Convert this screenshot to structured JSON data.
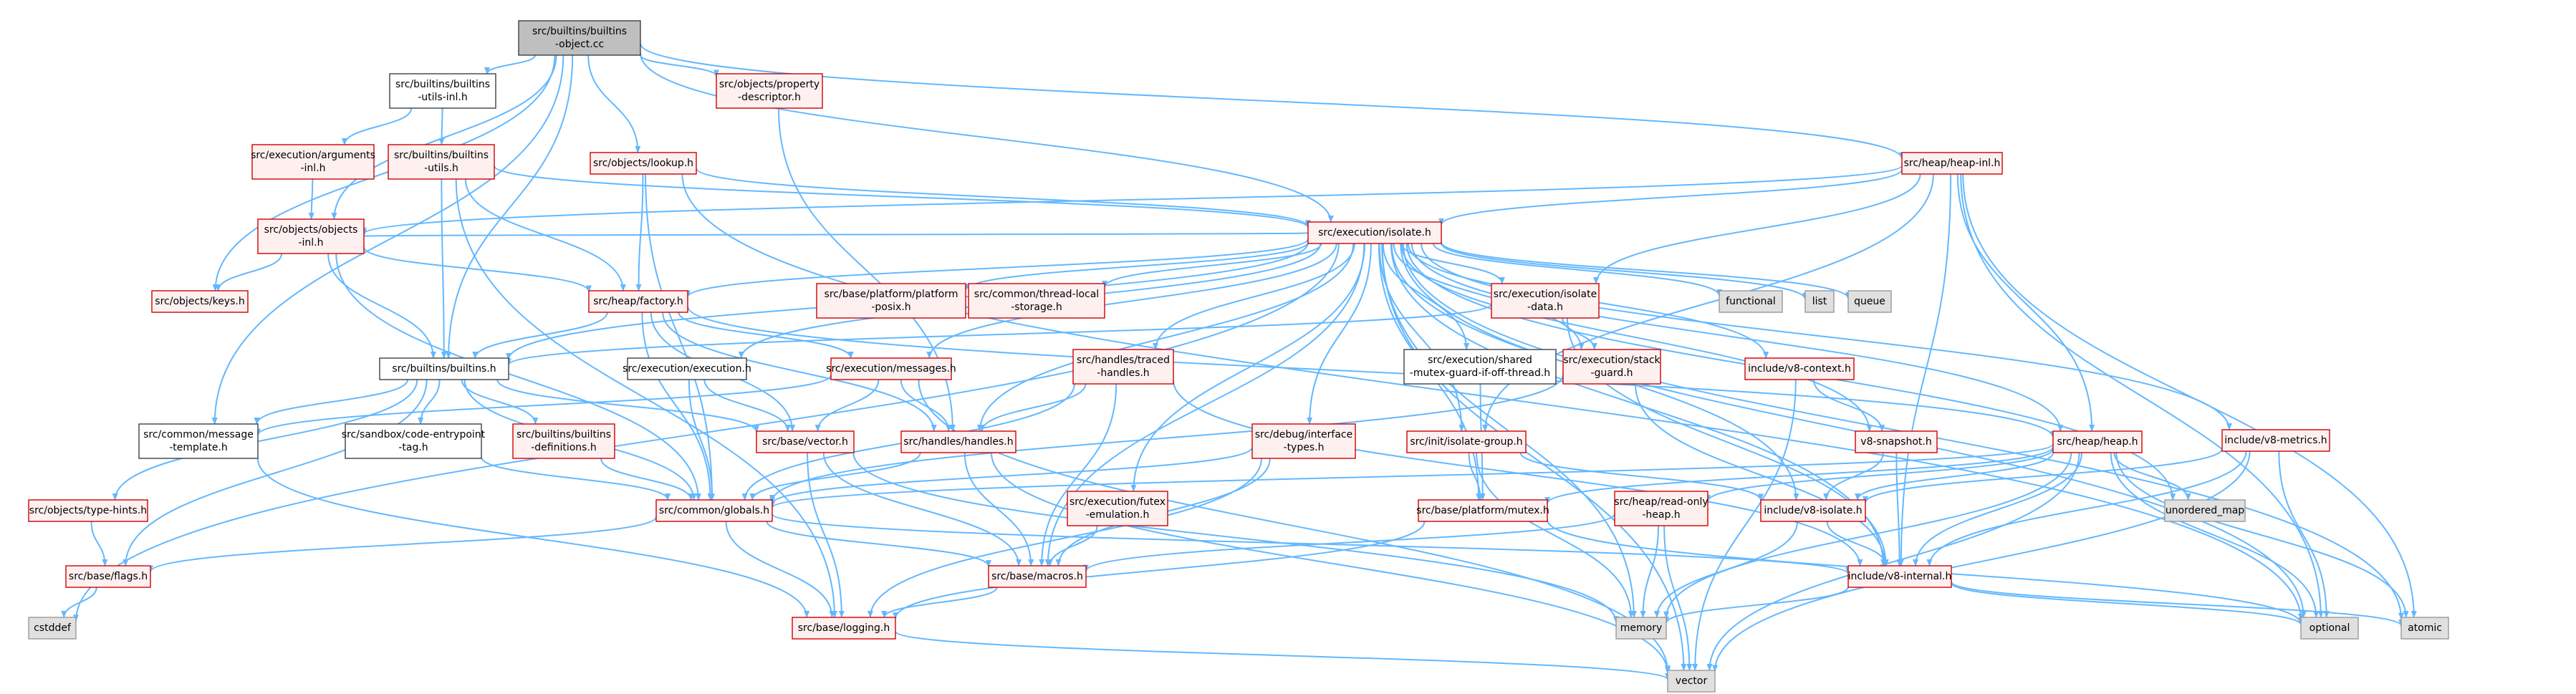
{
  "graph": {
    "title": "",
    "colors": {
      "edge": "#63b8ff",
      "root_fill": "#bfbfbf",
      "root_border": "#404040",
      "file_fill": "#ffffff",
      "file_border": "#404040",
      "missing_fill": "#fff0f0",
      "missing_border": "#d00000",
      "system_fill": "#e0e0e0",
      "system_border": "#999999",
      "label": "#000000"
    },
    "nodes": [
      {
        "id": "root",
        "lines": [
          "src/builtins/builtins",
          "-object.cc"
        ],
        "kind": "root"
      },
      {
        "id": "bui",
        "lines": [
          "src/builtins/builtins",
          "-utils-inl.h"
        ],
        "kind": "file"
      },
      {
        "id": "pd",
        "lines": [
          "src/objects/property",
          "-descriptor.h"
        ],
        "kind": "missing"
      },
      {
        "id": "heapinl",
        "lines": [
          "src/heap/heap-inl.h"
        ],
        "kind": "missing"
      },
      {
        "id": "eai",
        "lines": [
          "src/execution/arguments",
          "-inl.h"
        ],
        "kind": "missing"
      },
      {
        "id": "bu",
        "lines": [
          "src/builtins/builtins",
          "-utils.h"
        ],
        "kind": "missing"
      },
      {
        "id": "lookup",
        "lines": [
          "src/objects/lookup.h"
        ],
        "kind": "missing"
      },
      {
        "id": "objinl",
        "lines": [
          "src/objects/objects",
          "-inl.h"
        ],
        "kind": "missing"
      },
      {
        "id": "iso",
        "lines": [
          "src/execution/isolate.h"
        ],
        "kind": "missing"
      },
      {
        "id": "keys",
        "lines": [
          "src/objects/keys.h"
        ],
        "kind": "missing"
      },
      {
        "id": "factory",
        "lines": [
          "src/heap/factory.h"
        ],
        "kind": "missing"
      },
      {
        "id": "ppp",
        "lines": [
          "src/base/platform/platform",
          "-posix.h"
        ],
        "kind": "missing"
      },
      {
        "id": "tls",
        "lines": [
          "src/common/thread-local",
          "-storage.h"
        ],
        "kind": "missing"
      },
      {
        "id": "isodata",
        "lines": [
          "src/execution/isolate",
          "-data.h"
        ],
        "kind": "missing"
      },
      {
        "id": "functional",
        "lines": [
          "functional"
        ],
        "kind": "system"
      },
      {
        "id": "list",
        "lines": [
          "list"
        ],
        "kind": "system"
      },
      {
        "id": "queue",
        "lines": [
          "queue"
        ],
        "kind": "system"
      },
      {
        "id": "builtins",
        "lines": [
          "src/builtins/builtins.h"
        ],
        "kind": "file"
      },
      {
        "id": "execution",
        "lines": [
          "src/execution/execution.h"
        ],
        "kind": "file"
      },
      {
        "id": "messages",
        "lines": [
          "src/execution/messages.h"
        ],
        "kind": "missing"
      },
      {
        "id": "traced",
        "lines": [
          "src/handles/traced",
          "-handles.h"
        ],
        "kind": "missing"
      },
      {
        "id": "shared",
        "lines": [
          "src/execution/shared",
          "-mutex-guard-if-off-thread.h"
        ],
        "kind": "file"
      },
      {
        "id": "stackguard",
        "lines": [
          "src/execution/stack",
          "-guard.h"
        ],
        "kind": "missing"
      },
      {
        "id": "v8ctx",
        "lines": [
          "include/v8-context.h"
        ],
        "kind": "missing"
      },
      {
        "id": "v8metrics",
        "lines": [
          "include/v8-metrics.h"
        ],
        "kind": "missing"
      },
      {
        "id": "msgtpl",
        "lines": [
          "src/common/message",
          "-template.h"
        ],
        "kind": "file"
      },
      {
        "id": "sandbox",
        "lines": [
          "src/sandbox/code-entrypoint",
          "-tag.h"
        ],
        "kind": "file"
      },
      {
        "id": "bdefs",
        "lines": [
          "src/builtins/builtins",
          "-definitions.h"
        ],
        "kind": "missing"
      },
      {
        "id": "vector_h",
        "lines": [
          "src/base/vector.h"
        ],
        "kind": "missing"
      },
      {
        "id": "handles",
        "lines": [
          "src/handles/handles.h"
        ],
        "kind": "missing"
      },
      {
        "id": "dbg",
        "lines": [
          "src/debug/interface",
          "-types.h"
        ],
        "kind": "missing"
      },
      {
        "id": "isogroup",
        "lines": [
          "src/init/isolate-group.h"
        ],
        "kind": "missing"
      },
      {
        "id": "v8snap",
        "lines": [
          "v8-snapshot.h"
        ],
        "kind": "missing"
      },
      {
        "id": "heap",
        "lines": [
          "src/heap/heap.h"
        ],
        "kind": "missing"
      },
      {
        "id": "typehints",
        "lines": [
          "src/objects/type-hints.h"
        ],
        "kind": "missing"
      },
      {
        "id": "globals",
        "lines": [
          "src/common/globals.h"
        ],
        "kind": "missing"
      },
      {
        "id": "futex",
        "lines": [
          "src/execution/futex",
          "-emulation.h"
        ],
        "kind": "missing"
      },
      {
        "id": "mutex",
        "lines": [
          "src/base/platform/mutex.h"
        ],
        "kind": "missing"
      },
      {
        "id": "rohp",
        "lines": [
          "src/heap/read-only",
          "-heap.h"
        ],
        "kind": "missing"
      },
      {
        "id": "v8iso",
        "lines": [
          "include/v8-isolate.h"
        ],
        "kind": "missing"
      },
      {
        "id": "umap",
        "lines": [
          "unordered_map"
        ],
        "kind": "system"
      },
      {
        "id": "flags",
        "lines": [
          "src/base/flags.h"
        ],
        "kind": "missing"
      },
      {
        "id": "macros",
        "lines": [
          "src/base/macros.h"
        ],
        "kind": "missing"
      },
      {
        "id": "v8int",
        "lines": [
          "include/v8-internal.h"
        ],
        "kind": "missing"
      },
      {
        "id": "cstddef",
        "lines": [
          "cstddef"
        ],
        "kind": "system"
      },
      {
        "id": "logging",
        "lines": [
          "src/base/logging.h"
        ],
        "kind": "missing"
      },
      {
        "id": "memory",
        "lines": [
          "memory"
        ],
        "kind": "system"
      },
      {
        "id": "optional",
        "lines": [
          "optional"
        ],
        "kind": "system"
      },
      {
        "id": "atomic",
        "lines": [
          "atomic"
        ],
        "kind": "system"
      },
      {
        "id": "vector",
        "lines": [
          "vector"
        ],
        "kind": "system"
      }
    ],
    "edges": [
      [
        "root",
        "bui"
      ],
      [
        "root",
        "pd"
      ],
      [
        "root",
        "heapinl"
      ],
      [
        "root",
        "lookup"
      ],
      [
        "root",
        "objinl"
      ],
      [
        "root",
        "keys"
      ],
      [
        "root",
        "builtins"
      ],
      [
        "root",
        "msgtpl"
      ],
      [
        "root",
        "iso"
      ],
      [
        "bui",
        "eai"
      ],
      [
        "bui",
        "bu"
      ],
      [
        "eai",
        "objinl"
      ],
      [
        "bu",
        "factory"
      ],
      [
        "bu",
        "builtins"
      ],
      [
        "bu",
        "iso"
      ],
      [
        "bu",
        "logging"
      ],
      [
        "pd",
        "handles"
      ],
      [
        "lookup",
        "factory"
      ],
      [
        "lookup",
        "iso"
      ],
      [
        "lookup",
        "globals"
      ],
      [
        "lookup",
        "optional"
      ],
      [
        "heapinl",
        "objinl"
      ],
      [
        "heapinl",
        "iso"
      ],
      [
        "heapinl",
        "isodata"
      ],
      [
        "heapinl",
        "heap"
      ],
      [
        "heapinl",
        "isogroup"
      ],
      [
        "heapinl",
        "v8int"
      ],
      [
        "heapinl",
        "optional"
      ],
      [
        "heapinl",
        "atomic"
      ],
      [
        "objinl",
        "keys"
      ],
      [
        "objinl",
        "factory"
      ],
      [
        "objinl",
        "builtins"
      ],
      [
        "objinl",
        "globals"
      ],
      [
        "iso",
        "objinl"
      ],
      [
        "iso",
        "factory"
      ],
      [
        "iso",
        "ppp"
      ],
      [
        "iso",
        "tls"
      ],
      [
        "iso",
        "isodata"
      ],
      [
        "iso",
        "functional"
      ],
      [
        "iso",
        "list"
      ],
      [
        "iso",
        "queue"
      ],
      [
        "iso",
        "builtins"
      ],
      [
        "iso",
        "execution"
      ],
      [
        "iso",
        "messages"
      ],
      [
        "iso",
        "traced"
      ],
      [
        "iso",
        "shared"
      ],
      [
        "iso",
        "stackguard"
      ],
      [
        "iso",
        "v8ctx"
      ],
      [
        "iso",
        "v8metrics"
      ],
      [
        "iso",
        "handles"
      ],
      [
        "iso",
        "dbg"
      ],
      [
        "iso",
        "isogroup"
      ],
      [
        "iso",
        "v8snap"
      ],
      [
        "iso",
        "heap"
      ],
      [
        "iso",
        "futex"
      ],
      [
        "iso",
        "mutex"
      ],
      [
        "iso",
        "v8iso"
      ],
      [
        "iso",
        "macros"
      ],
      [
        "iso",
        "umap"
      ],
      [
        "iso",
        "v8int"
      ],
      [
        "iso",
        "memory"
      ],
      [
        "iso",
        "optional"
      ],
      [
        "iso",
        "atomic"
      ],
      [
        "iso",
        "vector"
      ],
      [
        "iso",
        "cstddef"
      ],
      [
        "factory",
        "builtins"
      ],
      [
        "factory",
        "messages"
      ],
      [
        "factory",
        "handles"
      ],
      [
        "factory",
        "vector_h"
      ],
      [
        "factory",
        "globals"
      ],
      [
        "factory",
        "heap"
      ],
      [
        "isodata",
        "builtins"
      ],
      [
        "isodata",
        "stackguard"
      ],
      [
        "isodata",
        "v8int"
      ],
      [
        "builtins",
        "msgtpl"
      ],
      [
        "builtins",
        "sandbox"
      ],
      [
        "builtins",
        "bdefs"
      ],
      [
        "builtins",
        "typehints"
      ],
      [
        "builtins",
        "flags"
      ],
      [
        "builtins",
        "vector_h"
      ],
      [
        "builtins",
        "globals"
      ],
      [
        "execution",
        "vector_h"
      ],
      [
        "execution",
        "globals"
      ],
      [
        "messages",
        "msgtpl"
      ],
      [
        "messages",
        "vector_h"
      ],
      [
        "messages",
        "handles"
      ],
      [
        "messages",
        "vector"
      ],
      [
        "traced",
        "handles"
      ],
      [
        "traced",
        "globals"
      ],
      [
        "traced",
        "macros"
      ],
      [
        "traced",
        "v8int"
      ],
      [
        "shared",
        "mutex"
      ],
      [
        "stackguard",
        "globals"
      ],
      [
        "stackguard",
        "v8int"
      ],
      [
        "v8ctx",
        "v8snap"
      ],
      [
        "v8ctx",
        "vector"
      ],
      [
        "v8metrics",
        "v8iso"
      ],
      [
        "v8metrics",
        "optional"
      ],
      [
        "v8metrics",
        "vector"
      ],
      [
        "v8metrics",
        "v8int"
      ],
      [
        "msgtpl",
        "logging"
      ],
      [
        "sandbox",
        "globals"
      ],
      [
        "bdefs",
        "globals"
      ],
      [
        "vector_h",
        "logging"
      ],
      [
        "vector_h",
        "macros"
      ],
      [
        "vector_h",
        "memory"
      ],
      [
        "handles",
        "globals"
      ],
      [
        "handles",
        "macros"
      ],
      [
        "handles",
        "vector"
      ],
      [
        "dbg",
        "globals"
      ],
      [
        "dbg",
        "macros"
      ],
      [
        "dbg",
        "logging"
      ],
      [
        "isogroup",
        "mutex"
      ],
      [
        "isogroup",
        "v8iso"
      ],
      [
        "isogroup",
        "memory"
      ],
      [
        "v8snap",
        "v8iso"
      ],
      [
        "v8snap",
        "v8int"
      ],
      [
        "heap",
        "rohp"
      ],
      [
        "heap",
        "v8iso"
      ],
      [
        "heap",
        "v8int"
      ],
      [
        "heap",
        "umap"
      ],
      [
        "heap",
        "memory"
      ],
      [
        "heap",
        "optional"
      ],
      [
        "heap",
        "atomic"
      ],
      [
        "heap",
        "vector"
      ],
      [
        "heap",
        "mutex"
      ],
      [
        "heap",
        "globals"
      ],
      [
        "typehints",
        "flags"
      ],
      [
        "globals",
        "flags"
      ],
      [
        "globals",
        "macros"
      ],
      [
        "globals",
        "logging"
      ],
      [
        "globals",
        "v8int"
      ],
      [
        "futex",
        "macros"
      ],
      [
        "mutex",
        "logging"
      ],
      [
        "mutex",
        "optional"
      ],
      [
        "rohp",
        "macros"
      ],
      [
        "rohp",
        "memory"
      ],
      [
        "rohp",
        "vector"
      ],
      [
        "v8iso",
        "v8int"
      ],
      [
        "v8iso",
        "memory"
      ],
      [
        "flags",
        "cstddef"
      ],
      [
        "macros",
        "logging"
      ],
      [
        "v8int",
        "memory"
      ],
      [
        "v8int",
        "optional"
      ],
      [
        "v8int",
        "atomic"
      ],
      [
        "logging",
        "vector"
      ]
    ]
  }
}
